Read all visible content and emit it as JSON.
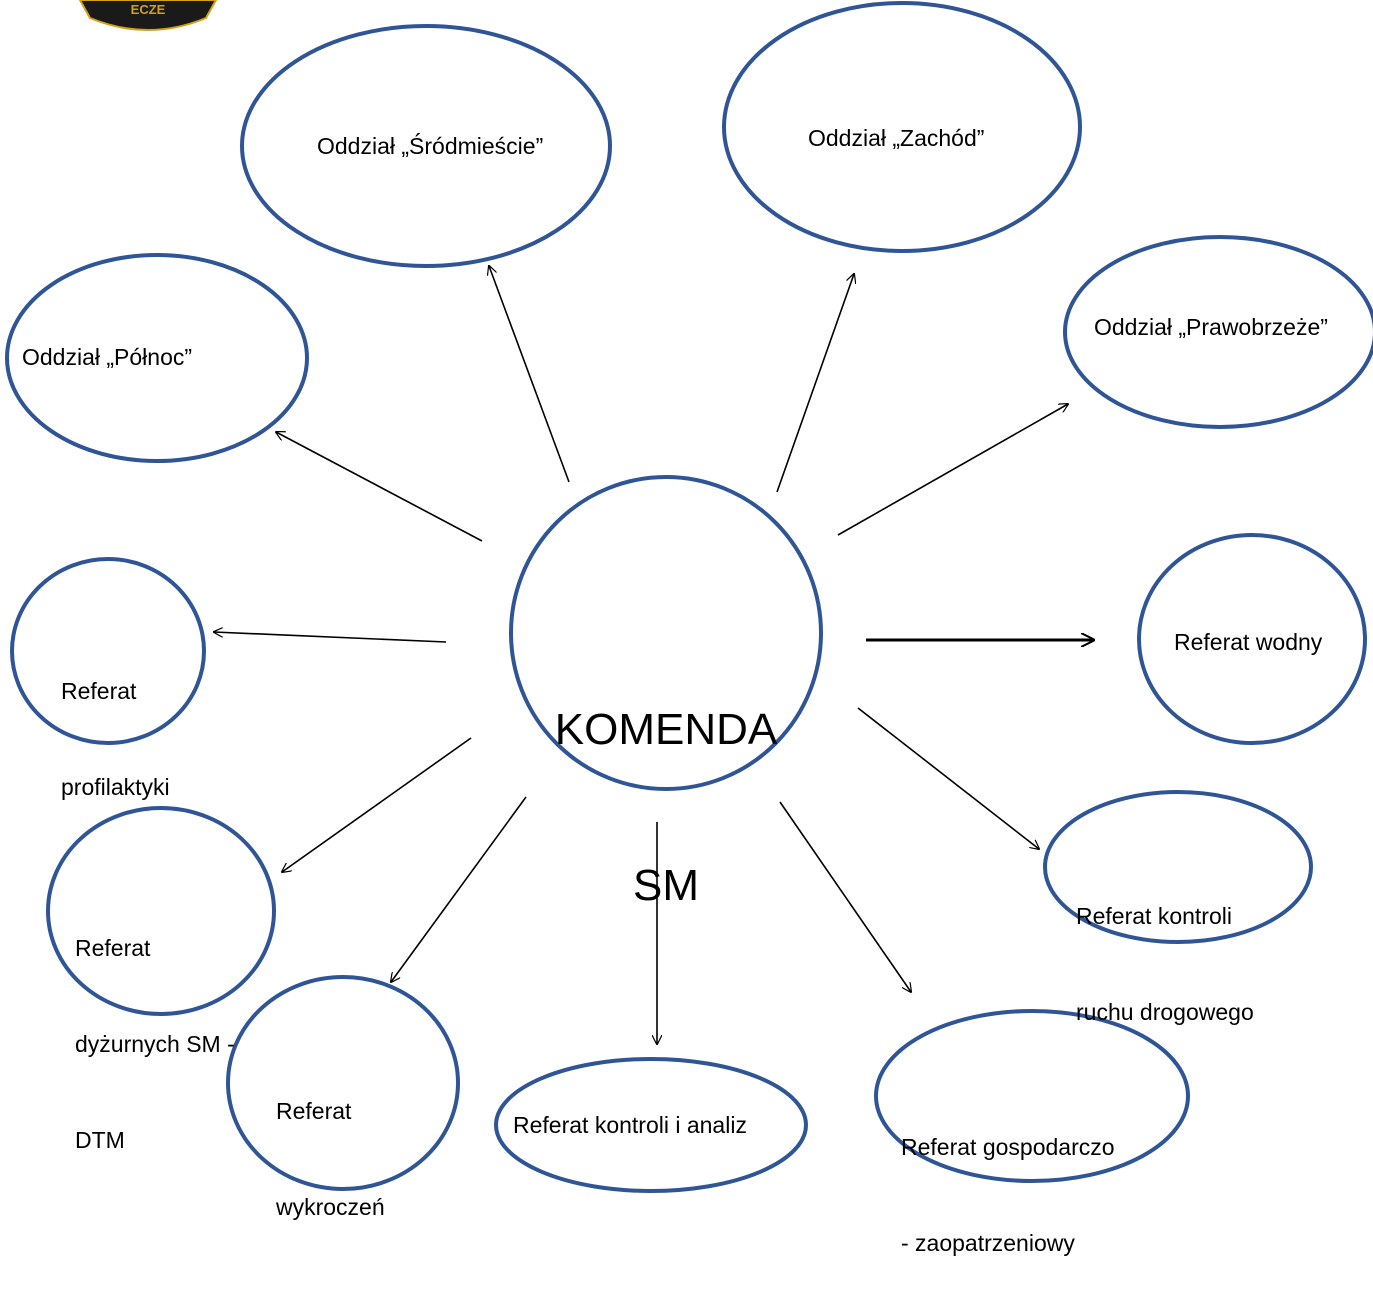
{
  "logo": {
    "text": "ECZE"
  },
  "colors": {
    "node_stroke": "#2f5597",
    "arrow": "#000000",
    "text": "#000000",
    "logo_bg": "#1a1a1a",
    "logo_gold": "#d4a017"
  },
  "center": {
    "line1": "KOMENDA",
    "line2": "SM"
  },
  "nodes": [
    {
      "id": "srodmiescie",
      "lines": [
        "Oddział „Śródmieście”"
      ]
    },
    {
      "id": "zachod",
      "lines": [
        "Oddział „Zachód”"
      ]
    },
    {
      "id": "prawobrzeze",
      "lines": [
        "Oddział „Prawobrzeże”"
      ]
    },
    {
      "id": "polnoc",
      "lines": [
        "Oddział „Północ”"
      ]
    },
    {
      "id": "profilaktyka",
      "lines": [
        "Referat",
        "profilaktyki"
      ]
    },
    {
      "id": "wodny",
      "lines": [
        "Referat wodny"
      ]
    },
    {
      "id": "ruch-drogowy",
      "lines": [
        "Referat kontroli",
        "ruchu drogowego"
      ]
    },
    {
      "id": "dyzurni",
      "lines": [
        "Referat",
        "dyżurnych SM -",
        "DTM"
      ]
    },
    {
      "id": "wykroczenia",
      "lines": [
        "Referat",
        "wykroczeń"
      ]
    },
    {
      "id": "kontrola-analiz",
      "lines": [
        "Referat kontroli i analiz"
      ]
    },
    {
      "id": "gospodarczy",
      "lines": [
        "Referat gospodarczo",
        "- zaopatrzeniowy"
      ]
    }
  ]
}
